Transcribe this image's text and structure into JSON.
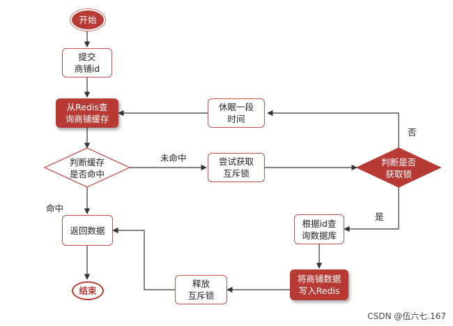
{
  "nodes": {
    "start": "开始",
    "submit": "提交\n商铺id",
    "query_cache": "从Redis查\n询商铺缓存",
    "judge_hit": "判断缓存\n是否命中",
    "try_lock": "尝试获取\n互斥锁",
    "judge_lock": "判断是否\n获取锁",
    "sleep": "休眠一段\n时间",
    "query_db": "根据id查\n询数据库",
    "write_redis": "将商铺数据\n写入Redis",
    "release": "释放\n互斥锁",
    "return_data": "返回数据",
    "end": "结束"
  },
  "edge_labels": {
    "miss": "未命中",
    "hit": "命中",
    "no": "否",
    "yes": "是"
  },
  "watermark": "CSDN @伍六七.167",
  "colors": {
    "accent": "#b73a34",
    "border": "#c0504d",
    "line": "#333333"
  }
}
